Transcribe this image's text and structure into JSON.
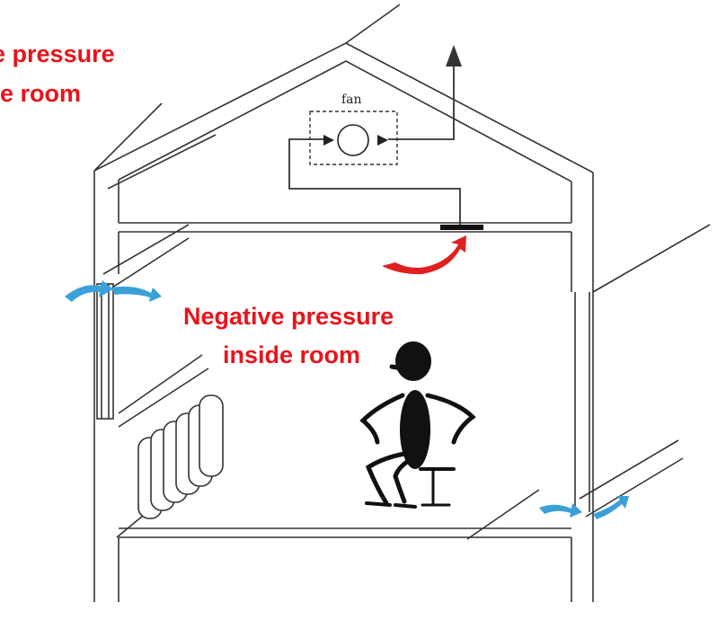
{
  "labels": {
    "cut_line1": "ve  pressure",
    "cut_line2": "ide room",
    "main_line1": "Negative pressure",
    "main_line2": "inside room",
    "fan": "fan"
  },
  "colors": {
    "label": "#e8141b",
    "exhaust_arrow": "#e02020",
    "inlet_arrow": "#3aa0d8",
    "line": "#333333"
  },
  "icons": [
    "fan-icon",
    "exhaust-arrow-icon",
    "inlet-arrow-icon",
    "person-icon",
    "radiator-icon"
  ]
}
